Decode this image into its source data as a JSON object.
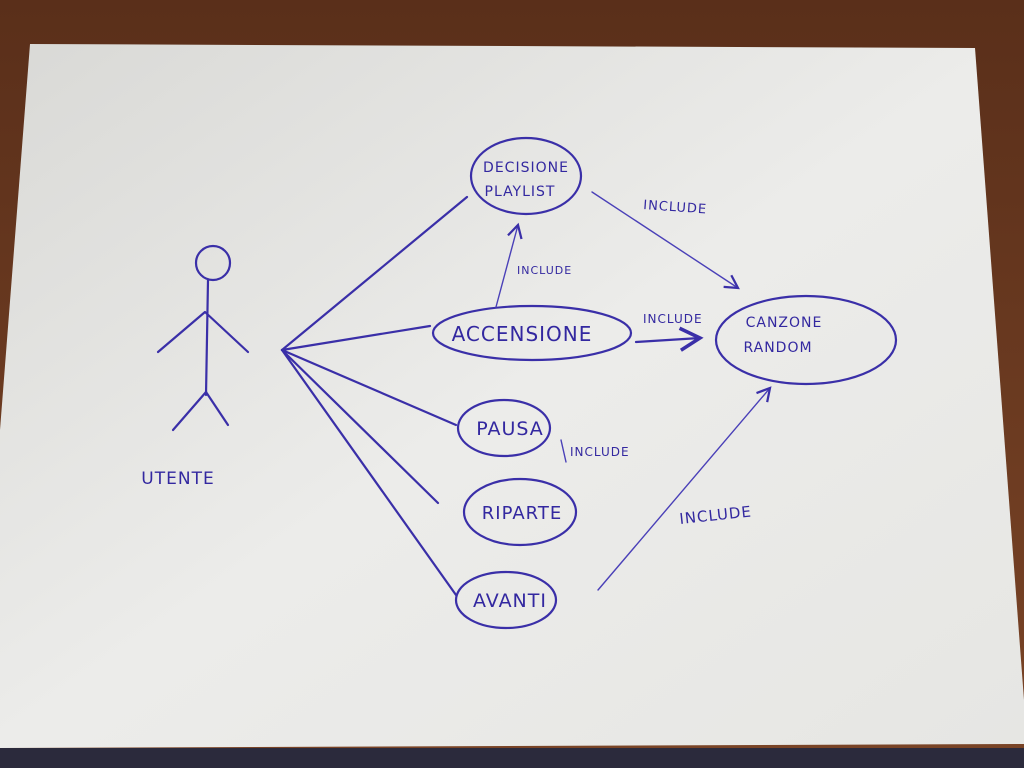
{
  "actor": {
    "name": "UTENTE"
  },
  "use_cases": {
    "decisione_playlist": {
      "line1": "DECISIONE",
      "line2": "PLAYLIST"
    },
    "accensione": "ACCENSIONE",
    "pausa": "PAUSA",
    "riparte": "RIPARTE",
    "avanti": "AVANTI",
    "canzone_random": {
      "line1": "CANZONE",
      "line2": "RANDOM"
    }
  },
  "relations": {
    "include_label": "INCLUDE"
  },
  "colors": {
    "ink": "#3a2fa8",
    "paper": "#eeeeec",
    "desk": "#6b3a22"
  }
}
